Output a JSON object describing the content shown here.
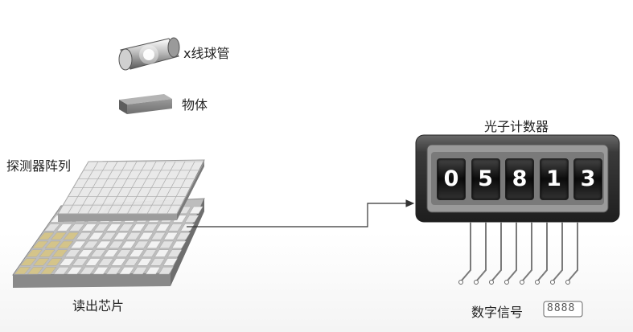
{
  "labels": {
    "xray_tube": "x线球管",
    "object": "物体",
    "detector_array": "探测器阵列",
    "readout_chip": "读出芯片",
    "photon_counter": "光子计数器",
    "digital_signal": "数字信号",
    "digital_display": "8888"
  },
  "counter_digits": [
    "0",
    "5",
    "8",
    "1",
    "3"
  ],
  "colors": {
    "ray": "#a070d0",
    "counter_body": "#2b2b2b",
    "digit_bg": "#111111",
    "digit_text": "#ffffff",
    "board": "#8a8a8a",
    "wire": "#777777"
  }
}
